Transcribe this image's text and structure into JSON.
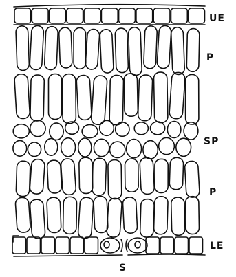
{
  "labels": {
    "upper_epidermis": "UE",
    "palisade_upper": "P",
    "spongy": "SP",
    "palisade_lower": "P",
    "lower_epidermis": "LE",
    "stoma": "S"
  },
  "colors": {
    "ink": "#111111",
    "paper": "#ffffff"
  }
}
